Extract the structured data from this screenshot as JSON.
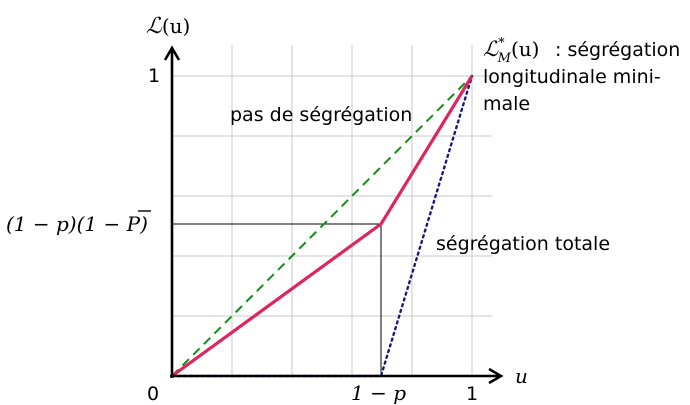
{
  "diagram": {
    "y_axis_label_script": "ℒ",
    "y_axis_label_arg": "(u)",
    "x_axis_label": "u",
    "tick_origin": "0",
    "tick_x_one": "1",
    "tick_y_one": "1",
    "tick_x_1mp": "1 − p",
    "tick_y_mid_a": "(1 − p)(1 − ",
    "tick_y_mid_pbar": "P",
    "tick_y_mid_b": ")",
    "curve_equality": {
      "label": "pas de ségrégation",
      "color": "#1a8a1a"
    },
    "curve_min": {
      "symbol_script": "ℒ",
      "symbol_sup": "*",
      "symbol_sub": "M",
      "symbol_arg": "(u)",
      "label_line1": " : ségrégation",
      "label_line2": "longitudinale mini-",
      "label_line3": "male",
      "color": "#e0245e"
    },
    "curve_total": {
      "label": "ségrégation totale",
      "color": "#1a1a7a"
    },
    "color_x_tick_1mp": "#1a1a7a"
  }
}
